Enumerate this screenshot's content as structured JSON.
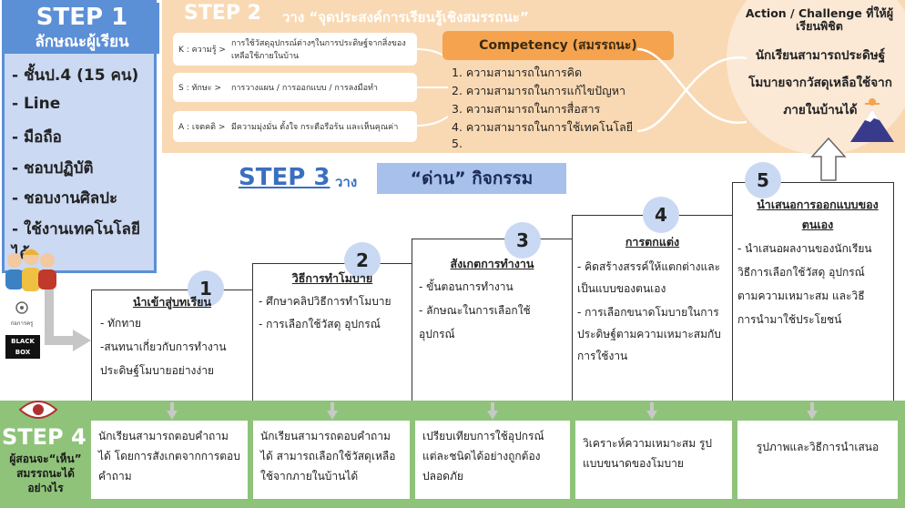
{
  "step1": {
    "title": "STEP 1",
    "subtitle": "ลักษณะผู้เรียน",
    "items": [
      "- ชั้นป.4 (15 คน)",
      "- Line",
      "- มือถือ",
      "- ชอบปฏิบัติ",
      "- ชอบงานศิลปะ",
      "- ใช้งานเทคโนโลยีได้"
    ]
  },
  "step2": {
    "title": "STEP 2",
    "subtitle": "วาง “จุดประสงค์การเรียนรู้เชิงสมรรถนะ”",
    "ksa": [
      {
        "label": "K : ความรู้ >",
        "text": "การใช้วัสดุอุปกรณ์ต่างๆในการประดิษฐ์จากสิ่งของเหลือใช้ภายในบ้าน"
      },
      {
        "label": "S : ทักษะ >",
        "text": "การวางแผน / การออกแบบ / การลงมือทำ"
      },
      {
        "label": "A : เจตคติ >",
        "text": "มีความมุ่งมั่น ตั้งใจ กระตือรือร้น และเห็นคุณค่า"
      }
    ],
    "competency_header": "Competency (สมรรถนะ)",
    "competencies": [
      "1. ความสามารถในการคิด",
      "2. ความสามารถในการแก้ไขปัญหา",
      "3. ความสามารถในการสื่อสาร",
      "4. ความสามารถในการใช้เทคโนโลยี",
      "5."
    ]
  },
  "action": {
    "header": "Action / Challenge ที่ให้ผู้เรียนพิชิต",
    "body": "นักเรียนสามารถประดิษฐ์โมบายจากวัสดุเหลือใช้จากภายในบ้านได้"
  },
  "step3": {
    "title": "STEP 3",
    "subtitle": "วาง",
    "dan_label": "“ด่าน” กิจกรรม",
    "stages": [
      {
        "num": "1",
        "title": "นำเข้าสู่บทเรียน",
        "lines": [
          "- ทักทาย",
          "-สนทนาเกี่ยวกับการทำงาน",
          "ประดิษฐ์โมบายอย่างง่าย"
        ]
      },
      {
        "num": "2",
        "title": "วิธีการทำโมบาย",
        "lines": [
          "- ศึกษาคลิปวิธีการทำโมบาย",
          "- การเลือกใช้วัสดุ อุปกรณ์"
        ]
      },
      {
        "num": "3",
        "title": "สังเกตการทำงาน",
        "lines": [
          "- ขั้นตอนการทำงาน",
          "- ลักษณะในการเลือกใช้",
          "อุปกรณ์"
        ]
      },
      {
        "num": "4",
        "title": "การตกแต่ง",
        "lines": [
          "- คิดสร้างสรรค์ให้แตกต่างและ",
          "เป็นแบบของตนเอง",
          "- การเลือกขนาดโมบายในการ",
          "ประดิษฐ์ตามความเหมาะสมกับ",
          "การใช้งาน"
        ]
      },
      {
        "num": "5",
        "title": "นำเสนอการออกแบบของตนเอง",
        "lines": [
          "- นำเสนอผลงานของนักเรียน",
          "วิธีการเลือกใช้วัสดุ อุปกรณ์",
          "ตามความเหมาะสม และวิธี",
          "การนำมาใช้ประโยชน์"
        ]
      }
    ]
  },
  "step4": {
    "title": "STEP 4",
    "subtitle": "ผู้สอนจะ“เห็น” สมรรถนะได้ อย่างไร",
    "evidence": [
      "นักเรียนสามารถตอบคำถามได้ โดยการสังเกตจากการตอบคำถาม",
      "นักเรียนสามารถตอบคำถามได้ สามารถเลือกใช้วัสดุเหลือใช้จากภายในบ้านได้",
      "เปรียบเทียบการใช้อุปกรณ์แต่ละชนิดได้อย่างถูกต้องปลอดภัย",
      "วิเคราะห์ความเหมาะสม รูปแบบขนาดของโมบาย",
      "รูปภาพและวิธีการนำเสนอ"
    ]
  },
  "logos": {
    "logo1": "ก่อการครู",
    "logo2": "BLACK BOX"
  },
  "colors": {
    "step1_blue": "#5b8fd6",
    "step2_orange": "#f9d9b3",
    "competency": "#f5a34e",
    "step3_blue": "#3b6fbf",
    "step4_green": "#8fc37a",
    "circle_blue": "#cad9f3"
  }
}
